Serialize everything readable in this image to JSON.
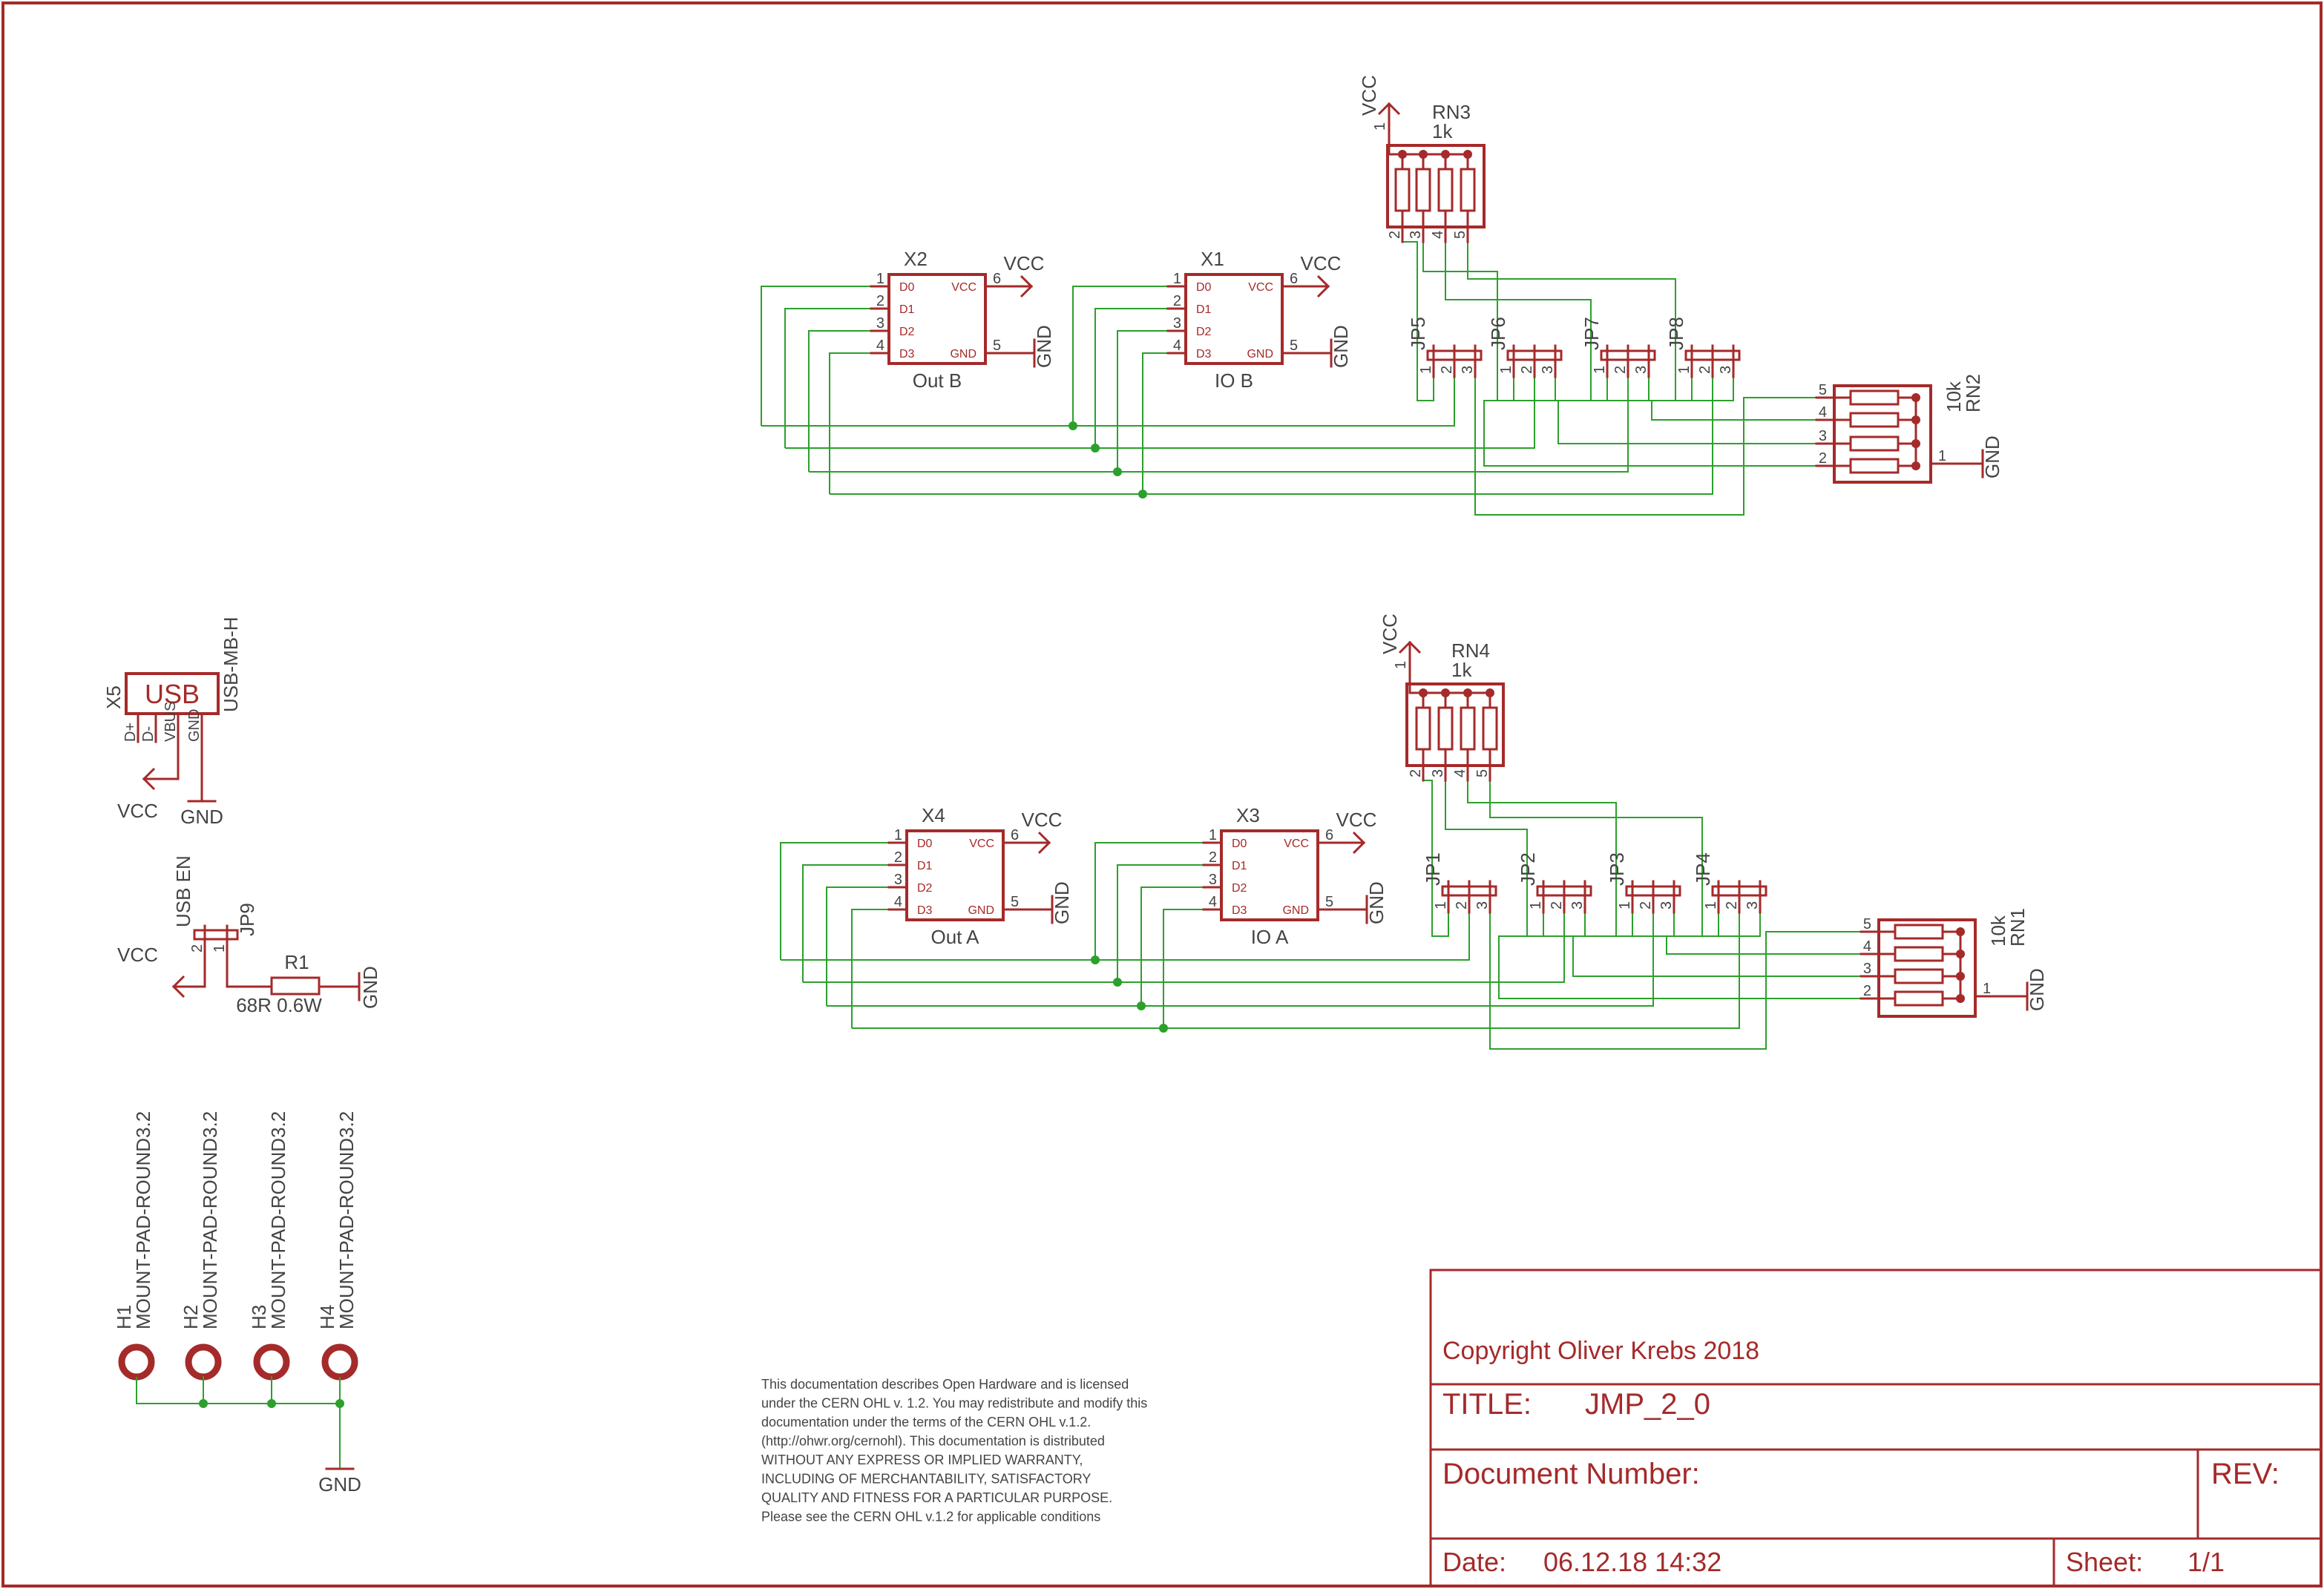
{
  "colors": {
    "symbol": "#a52a2a",
    "wire": "#2ca02c",
    "frame": "#a52a2a",
    "text": "#444444"
  },
  "labels": {
    "vcc": "VCC",
    "gnd": "GND",
    "dnames": [
      "D0",
      "D1",
      "D2",
      "D3"
    ],
    "pin_vcc": "VCC",
    "pin_gnd": "GND",
    "pinnums": [
      "1",
      "2",
      "3",
      "4",
      "5",
      "6"
    ]
  },
  "components": {
    "x1": {
      "ref": "X1",
      "value": "IO B"
    },
    "x2": {
      "ref": "X2",
      "value": "Out B"
    },
    "x3": {
      "ref": "X3",
      "value": "IO A"
    },
    "x4": {
      "ref": "X4",
      "value": "Out A"
    },
    "rn1": {
      "ref": "RN1",
      "value": "10k"
    },
    "rn2": {
      "ref": "RN2",
      "value": "10k"
    },
    "rn3": {
      "ref": "RN3",
      "value": "1k"
    },
    "rn4": {
      "ref": "RN4",
      "value": "1k"
    },
    "jp": [
      "JP1",
      "JP2",
      "JP3",
      "JP4",
      "JP5",
      "JP6",
      "JP7",
      "JP8"
    ],
    "jp9": {
      "ref": "JP9",
      "value": "USB EN"
    },
    "x5": {
      "ref": "X5",
      "value": "USB-MB-H",
      "body": "USB",
      "pins": [
        "D+",
        "D-",
        "VBUS",
        "GND"
      ]
    },
    "r1": {
      "ref": "R1",
      "value": "68R 0.6W"
    },
    "holes": [
      {
        "ref": "H1",
        "value": "MOUNT-PAD-ROUND3.2"
      },
      {
        "ref": "H2",
        "value": "MOUNT-PAD-ROUND3.2"
      },
      {
        "ref": "H3",
        "value": "MOUNT-PAD-ROUND3.2"
      },
      {
        "ref": "H4",
        "value": "MOUNT-PAD-ROUND3.2"
      }
    ]
  },
  "license_text": [
    "This documentation describes Open Hardware and is licensed",
    "under the CERN OHL v. 1.2. You may redistribute and modify this",
    "documentation under the terms of the CERN OHL v.1.2.",
    "(http://ohwr.org/cernohl). This documentation is distributed",
    "WITHOUT ANY EXPRESS OR IMPLIED WARRANTY,",
    "INCLUDING OF MERCHANTABILITY, SATISFACTORY",
    "QUALITY AND FITNESS FOR A PARTICULAR PURPOSE.",
    "Please see the CERN OHL v.1.2 for applicable conditions"
  ],
  "title_block": {
    "copyright": "Copyright Oliver Krebs 2018",
    "title_label": "TITLE:",
    "title": "JMP_2_0",
    "docnum_label": "Document Number:",
    "rev_label": "REV:",
    "date_label": "Date:",
    "date": "06.12.18 14:32",
    "sheet_label": "Sheet:",
    "sheet": "1/1"
  }
}
